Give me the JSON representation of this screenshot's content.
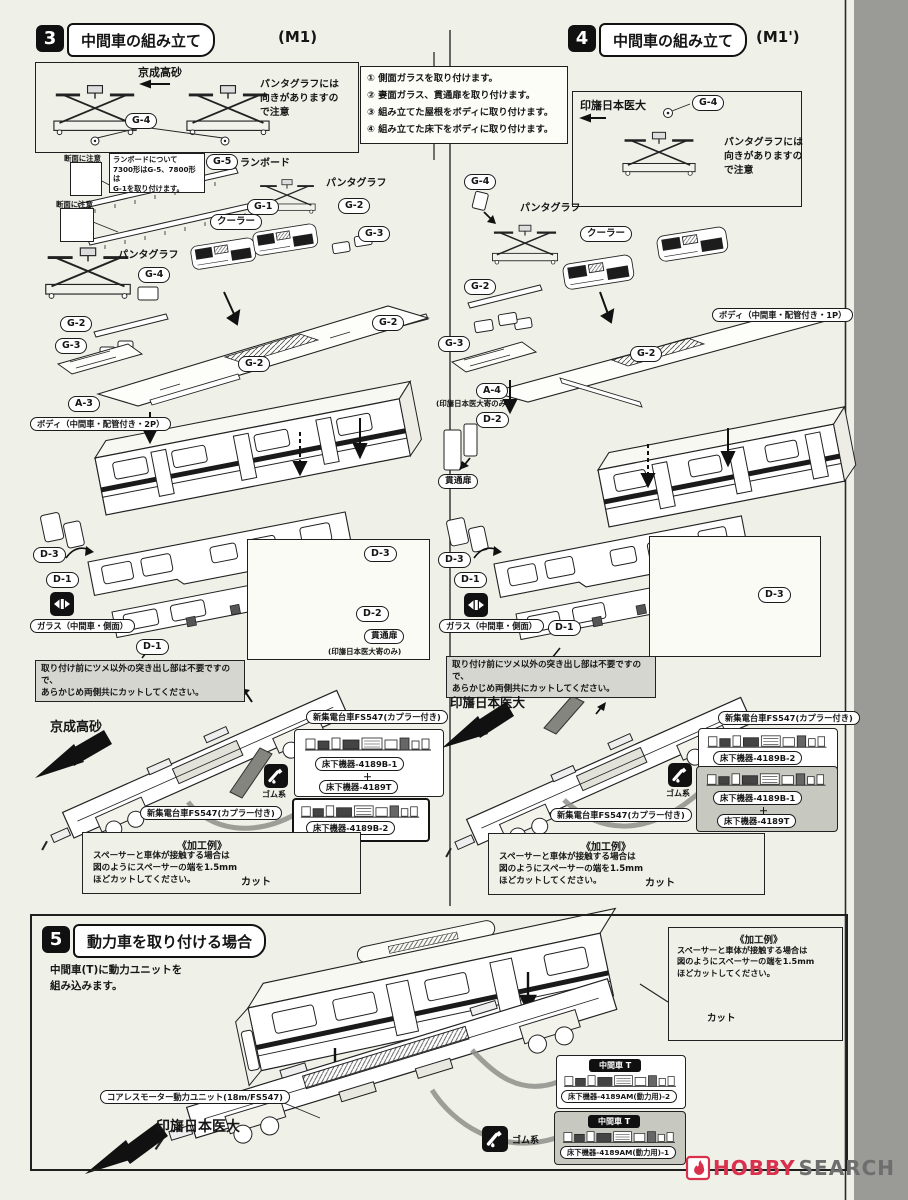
{
  "L": {
    "g1": "G-1",
    "g2": "G-2",
    "g3": "G-3",
    "g4": "G-4",
    "g5": "G-5",
    "a3": "A-3",
    "a4": "A-4",
    "d1": "D-1",
    "d2": "D-2",
    "d3": "D-3"
  },
  "C": {
    "pantograph": "パンタグラフ",
    "cooler": "クーラー",
    "runboard": "ランボード",
    "runboard_note": "ランボードについて\n7300形はG-5、7800形は\nG-1を取り付けます。",
    "section_caution": "断面に注意",
    "panto_caution": "パンタグラフには\n向きがありますの\nで注意",
    "glass_label": "ガラス（中間車・側面）",
    "through_door": "貫通扉",
    "cut_note": "取り付け前にツメ以外の突き出し部は不要ですので、\nあらかじめ両側共にカットしてください。",
    "bogie": "新集電台車FS547(カプラー付き)",
    "glue": "ゴム系",
    "work_example_title": "《加工例》",
    "work_example_text": "スペーサーと車体が接触する場合は\n図のようにスペーサーの端を1.5mm\nほどカットしてください。",
    "cut": "カット",
    "keisei_takasago": "京成高砂",
    "inba_nihon_idai": "印旛日本医大",
    "inset_note": "(印旛日本医大寄のみ)",
    "floor_b1": "床下機器-4189B-1",
    "floor_t": "床下機器-4189T",
    "floor_b2": "床下機器-4189B-2",
    "plus": "＋"
  },
  "steps": [
    "① 側面ガラスを取り付けます。",
    "② 妻面ガラス、貫通扉を取り付けます。",
    "③ 組み立てた屋根をボディに取り付けます。",
    "④ 組み立てた床下をボディに取り付けます。"
  ],
  "s3": {
    "num": "3",
    "title": "中間車の組み立て",
    "variant": "(M1)",
    "body_label": "ボディ（中間車・配管付き・2P）"
  },
  "s4": {
    "num": "4",
    "title": "中間車の組み立て",
    "variant": "(M1')",
    "body_label": "ボディ（中間車・配管付き・1P）"
  },
  "s5": {
    "num": "5",
    "title": "動力車を取り付ける場合",
    "desc": "中間車(T)に動力ユニットを\n組み込みます。",
    "motor_unit": "コアレスモーター動力ユニット(18m/FS547)",
    "middle_car_t": "中間車 T",
    "floor_am2": "床下機器-4189AM(動力用)-2",
    "floor_am1": "床下機器-4189AM(動力用)-1"
  },
  "wm": {
    "hobby": "HOBBY",
    "search": "SEARCH"
  }
}
